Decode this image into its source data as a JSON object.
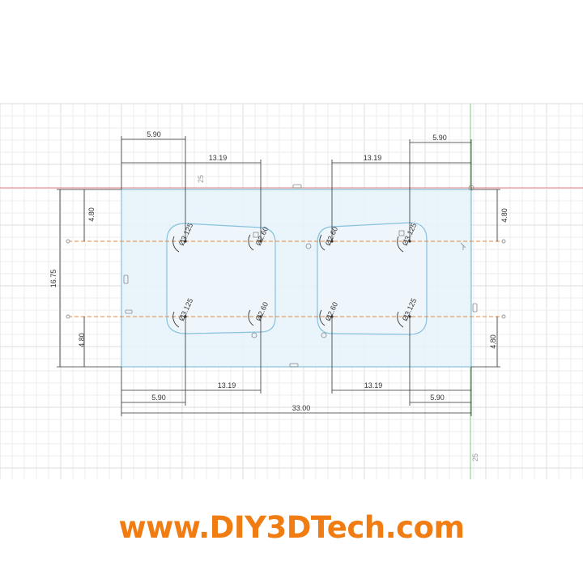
{
  "colors": {
    "accent": "#f07c12",
    "grid_minor": "#eeeeee",
    "grid_major": "#dddddd",
    "profile_fill": "#e6f2fa",
    "profile_stroke": "#86c1dd",
    "dimension_line": "#333333",
    "construction_line": "#d98a4a",
    "x_axis": "#e88080",
    "y_axis": "#7fcf7f"
  },
  "sketch": {
    "units_note": "mm",
    "axis_labels": [
      "25",
      "25"
    ],
    "dimensions": {
      "overall_width": "33.00",
      "overall_height": "16.75",
      "hole_offset_horizontal": "5.90",
      "hole_spacing": "13.19",
      "hole_offset_vertical": "4.80"
    },
    "holes": [
      {
        "diameter_label": "Ø3.125",
        "name": "top-left"
      },
      {
        "diameter_label": "Ø2.60",
        "name": "top-mid-left"
      },
      {
        "diameter_label": "Ø2.60",
        "name": "top-mid-right"
      },
      {
        "diameter_label": "Ø3.125",
        "name": "top-right"
      },
      {
        "diameter_label": "Ø3.125",
        "name": "bottom-left"
      },
      {
        "diameter_label": "Ø2.60",
        "name": "bottom-mid-left"
      },
      {
        "diameter_label": "Ø2.60",
        "name": "bottom-mid-right"
      },
      {
        "diameter_label": "Ø3.125",
        "name": "bottom-right"
      }
    ]
  },
  "banner": {
    "website": "www.DIY3DTech.com"
  }
}
